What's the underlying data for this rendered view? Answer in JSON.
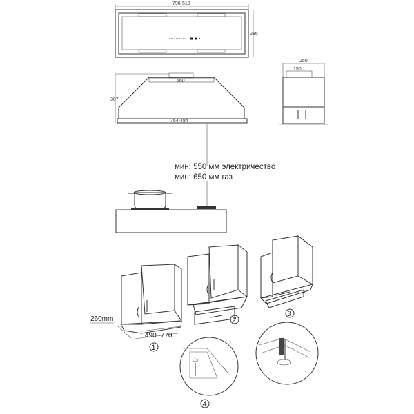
{
  "top_view": {
    "width_label": "798-518",
    "depth_label": "285"
  },
  "front_view": {
    "top_width_label": "560",
    "height_label": "307",
    "bottom_width_label": "764-484"
  },
  "side_view": {
    "depth_label": "250",
    "outlet_label": "150"
  },
  "clearance": {
    "electric_note": "мин: 550 мм электричество",
    "gas_note": "мин: 650 мм газ"
  },
  "installation": {
    "depth_label": "260mm",
    "width_range_label": "490 -770",
    "steps": [
      "1",
      "2",
      "3",
      "4"
    ]
  }
}
